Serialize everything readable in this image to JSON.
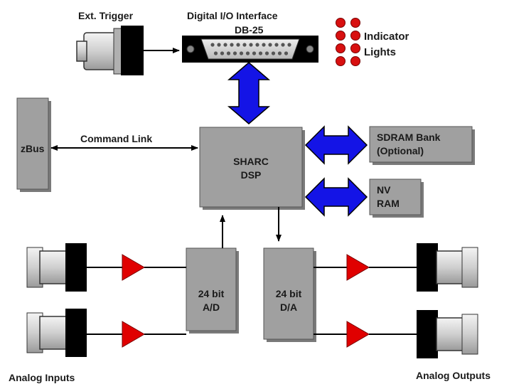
{
  "labels": {
    "ext_trigger": "Ext. Trigger",
    "dio_title": "Digital I/O Interface",
    "dio_subtitle": "DB-25",
    "indicator_line1": "Indicator",
    "indicator_line2": "Lights",
    "zbus": "zBus",
    "command_link": "Command Link",
    "dsp_line1": "SHARC",
    "dsp_line2": "DSP",
    "sdram_line1": "SDRAM Bank",
    "sdram_line2": "(Optional)",
    "nvram_line1": "NV",
    "nvram_line2": "RAM",
    "ad_line1": "24 bit",
    "ad_line2": "A/D",
    "da_line1": "24 bit",
    "da_line2": "D/A",
    "analog_inputs": "Analog Inputs",
    "analog_outputs": "Analog Outputs"
  },
  "colors": {
    "block_fill": "#a0a0a0",
    "bus_arrow": "#1414e6",
    "amplifier": "#e00000",
    "indicator_led": "#d81010",
    "connector_body": "#000000",
    "connector_barrel": "#d8d8d8"
  },
  "icons": {
    "bnc_connector": "bnc-connector-icon",
    "db25_connector": "db25-connector-icon",
    "amplifier": "amplifier-triangle-icon",
    "bidirectional_arrow": "double-arrow-icon",
    "led": "led-icon"
  }
}
